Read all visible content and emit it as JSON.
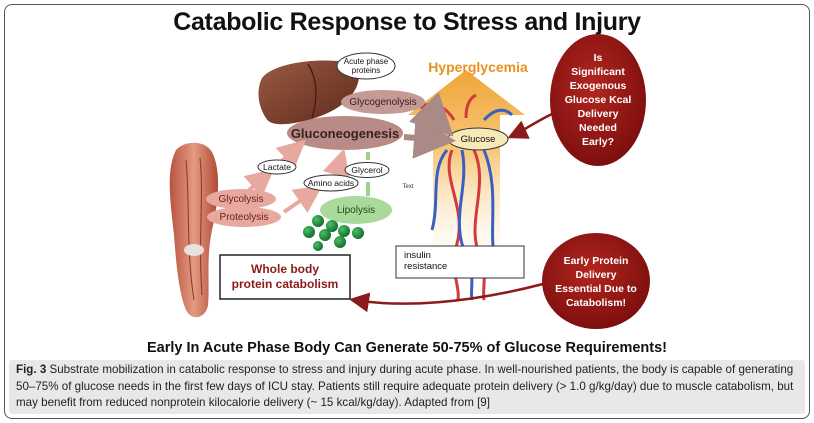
{
  "title": "Catabolic Response to Stress and Injury",
  "labels": {
    "acute_phase_proteins": "Acute phase\nproteins",
    "hyperglycemia": "Hyperglycemia",
    "glycogenolysis": "Glycogenolysis",
    "gluconeogenesis": "Gluconeogenesis",
    "glucose": "Glucose",
    "lactate": "Lactate",
    "glycerol": "Glycerol",
    "amino_acids": "Amino acids",
    "glycolysis": "Glycolysis",
    "proteolysis": "Proteolysis",
    "lipolysis": "Lipolysis",
    "text_placeholder": "Text",
    "insulin_resistance": "insulin\nresistance",
    "whole_body_catabolism": "Whole body\nprotein catabolism",
    "question_circle": "Is\nSignificant\nExogenous\nGlucose Kcal\nDelivery\nNeeded\nEarly?",
    "protein_circle": "Early Protein\nDelivery\nEssential Due to\nCatabolism!"
  },
  "bottom_title": "Early In Acute Phase Body Can Generate 50-75% of Glucose Requirements!",
  "caption": {
    "label": "Fig. 3",
    "text": " Substrate mobilization in catabolic response to stress and injury during acute phase. In well-nourished patients, the body is capable of generating 50–75% of glucose needs in the first few days of ICU stay. Patients still require adequate protein delivery (> 1.0 g/kg/day) due to muscle catabolism, but may benefit from reduced nonprotein kilocalorie delivery (~ 15 kcal/kg/day). Adapted from [9]"
  },
  "colors": {
    "dark_red": "#8b1a1a",
    "gluconeogenesis": "#b98b86",
    "glycolysis": "#e7a8a0",
    "lipolysis": "#9fd28f",
    "fat_droplet": "#1f8a3a",
    "hyperglycemia_arrow": "#f3b04b",
    "glucose_fill": "#f8e9b8"
  }
}
